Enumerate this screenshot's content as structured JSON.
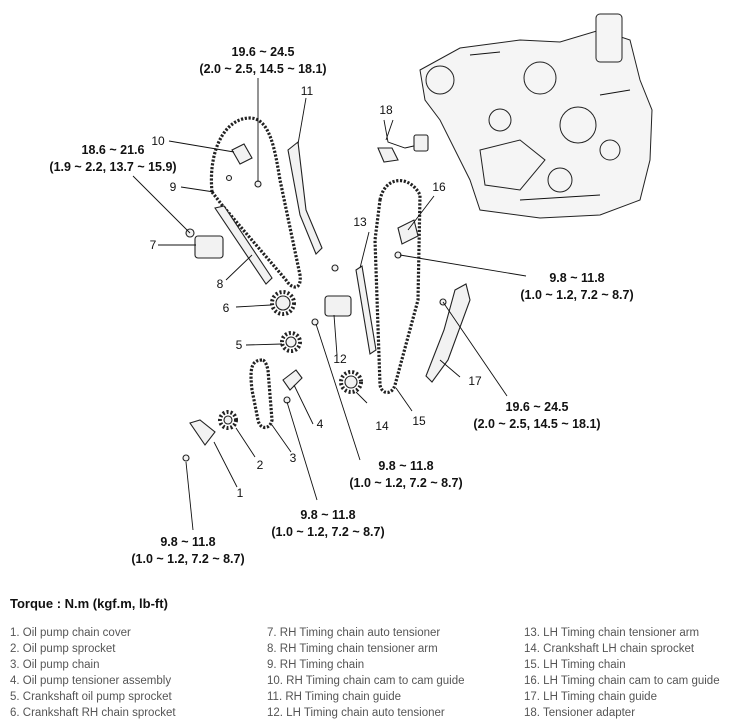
{
  "torque_specs": {
    "rh_cam_guide_bolt": [
      "19.6 ~ 24.5",
      "(2.0 ~ 2.5, 14.5 ~ 18.1)"
    ],
    "rh_tensioner_bolt": [
      "18.6 ~ 21.6",
      "(1.9 ~ 2.2, 13.7 ~ 15.9)"
    ],
    "lh_guide_bolt_right": [
      "9.8 ~ 11.8",
      "(1.0 ~ 1.2, 7.2 ~ 8.7)"
    ],
    "lh_chain_guide_bolt": [
      "19.6 ~ 24.5",
      "(2.0 ~ 2.5, 14.5 ~ 18.1)"
    ],
    "lh_tensioner_bolt": [
      "9.8 ~ 11.8",
      "(1.0 ~ 1.2, 7.2 ~ 8.7)"
    ],
    "oil_pump_tensioner_bolt": [
      "9.8 ~ 11.8",
      "(1.0 ~ 1.2, 7.2 ~ 8.7)"
    ],
    "oil_pump_cover_bolt": [
      "9.8 ~ 11.8",
      "(1.0 ~ 1.2, 7.2 ~ 8.7)"
    ]
  },
  "callouts": [
    "1",
    "2",
    "3",
    "4",
    "5",
    "6",
    "7",
    "8",
    "9",
    "10",
    "11",
    "12",
    "13",
    "14",
    "15",
    "16",
    "17",
    "18"
  ],
  "torque_heading": "Torque : N.m (kgf.m, lb-ft)",
  "legend": {
    "col1": [
      "1. Oil pump chain cover",
      "2. Oil pump sprocket",
      "3. Oil pump chain",
      "4. Oil pump tensioner assembly",
      "5. Crankshaft oil pump sprocket",
      "6. Crankshaft RH chain sprocket"
    ],
    "col2": [
      "7. RH Timing chain auto tensioner",
      "8. RH Timing chain tensioner arm",
      "9. RH Timing chain",
      "10. RH Timing chain cam to cam guide",
      "11. RH Timing chain guide",
      "12. LH Timing chain auto tensioner"
    ],
    "col3": [
      "13. LH Timing chain tensioner arm",
      "14. Crankshaft LH chain sprocket",
      "15. LH Timing chain",
      "16. LH Timing chain cam to cam guide",
      "17. LH Timing chain guide",
      "18. Tensioner adapter"
    ]
  }
}
